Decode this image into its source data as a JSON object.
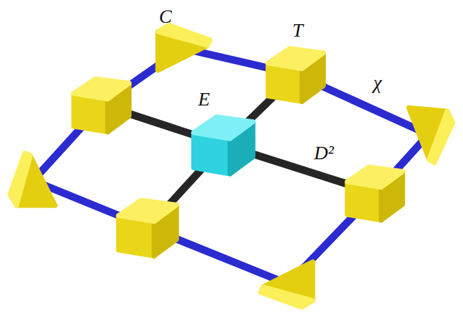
{
  "diagram": {
    "labels": [
      "C",
      "T",
      "χ",
      "E",
      "D²"
    ]
  }
}
